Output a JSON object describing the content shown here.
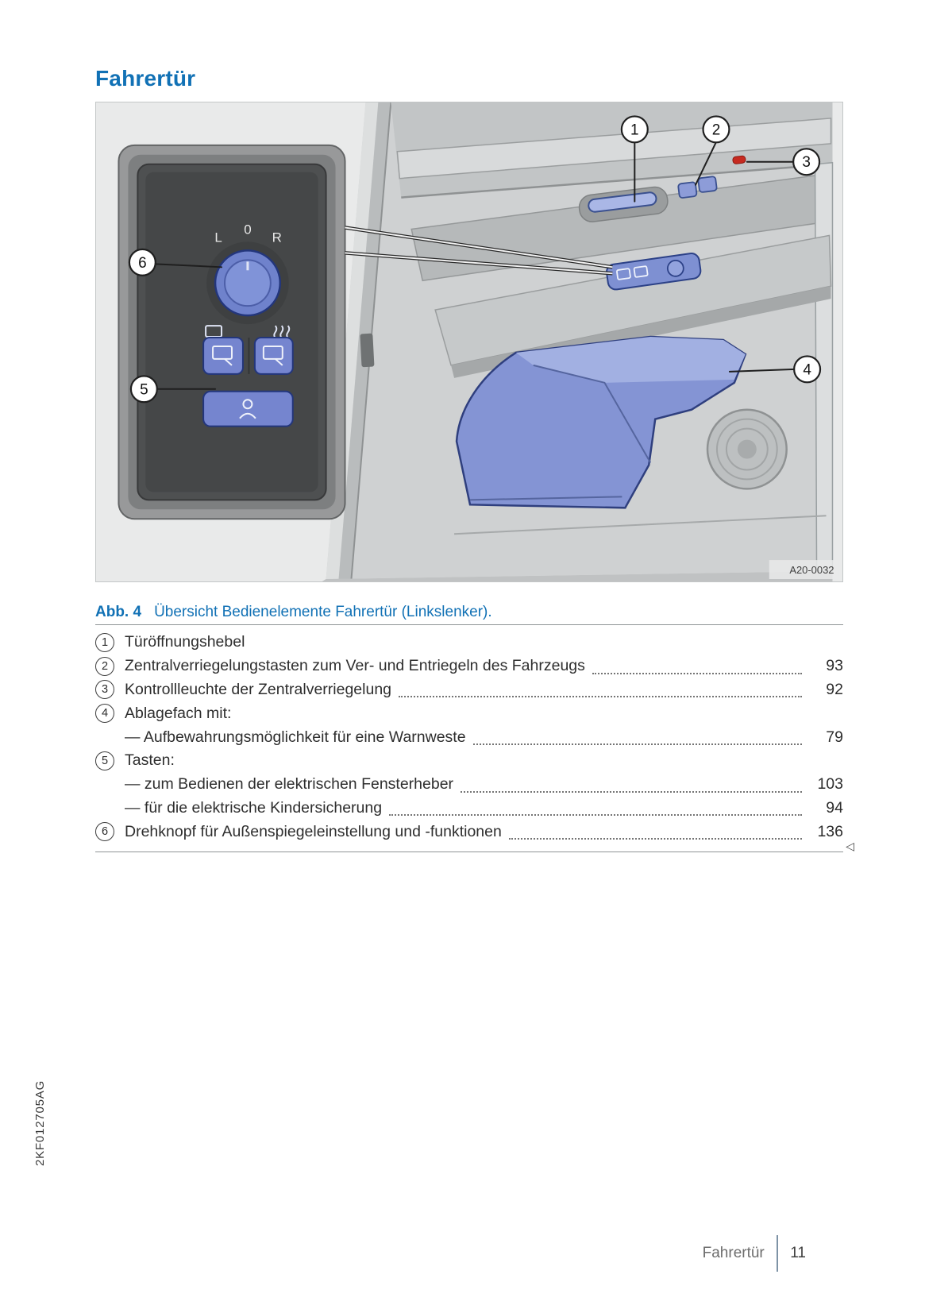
{
  "page": {
    "title": "Fahrertür",
    "caption": {
      "label": "Abb. 4",
      "text": "Übersicht Bedienelemente Fahrertür (Linkslenker)."
    },
    "doc_code": "2KF012705AG",
    "continuation_marker": "◁",
    "footer": {
      "section": "Fahrertür",
      "page_number": "11"
    }
  },
  "figure": {
    "image_code": "A20-0032",
    "callouts": [
      "1",
      "2",
      "3",
      "4",
      "5",
      "6"
    ],
    "inset": {
      "mirror_labels": [
        "L",
        "0",
        "R"
      ]
    }
  },
  "legend": {
    "items": [
      {
        "num": "1",
        "text": "Türöffnungshebel",
        "page": ""
      },
      {
        "num": "2",
        "text": "Zentralverriegelungstasten zum Ver- und Entriegeln des Fahrzeugs",
        "page": "93"
      },
      {
        "num": "3",
        "text": "Kontrollleuchte der Zentralverriegelung",
        "page": "92"
      },
      {
        "num": "4",
        "text": "Ablagefach mit:",
        "page": ""
      },
      {
        "num": "",
        "text": "— Aufbewahrungsmöglichkeit für eine Warnweste",
        "page": "79"
      },
      {
        "num": "5",
        "text": "Tasten:",
        "page": ""
      },
      {
        "num": "",
        "text": "— zum Bedienen der elektrischen Fensterheber",
        "page": "103"
      },
      {
        "num": "",
        "text": "— für die elektrische Kindersicherung",
        "page": "94"
      },
      {
        "num": "6",
        "text": "Drehknopf für Außenspiegeleinstellung und -funktionen",
        "page": "136"
      }
    ]
  },
  "colors": {
    "brand_blue": "#1171b5",
    "highlight_blue": "#8494d4",
    "indicator_red": "#c62a20"
  }
}
